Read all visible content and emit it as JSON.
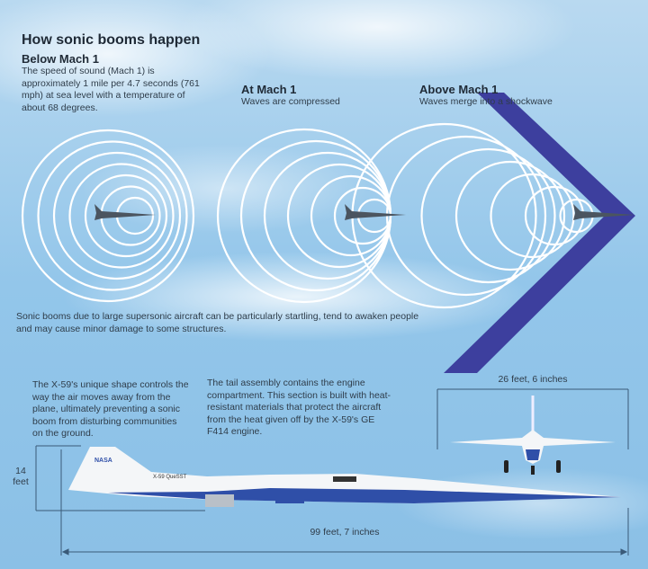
{
  "title": "How sonic booms happen",
  "panels": [
    {
      "heading": "Below Mach 1",
      "text": "The speed of sound (Mach 1) is approximately 1 mile per 4.7 seconds (761 mph) at sea level with a temperature of about 68 degrees."
    },
    {
      "heading": "At Mach 1",
      "text": "Waves are compressed"
    },
    {
      "heading": "Above Mach 1",
      "text": "Waves merge into a shockwave"
    }
  ],
  "note": "Sonic booms due to large supersonic aircraft can be particularly startling, tend to awaken people and may cause minor damage to some structures.",
  "callouts": [
    "The X-59's unique shape controls the way the air moves away from the plane, ultimately preventing a sonic boom from disturbing communities on the ground.",
    "The tail assembly contains the engine compartment. This section is built with heat-resistant materials that protect the aircraft from the heat given off by the X-59's GE F414 engine."
  ],
  "dimensions": {
    "wingspan": "26 feet, 6 inches",
    "height_num": "14",
    "height_unit": "feet",
    "length": "99 feet, 7 inches"
  },
  "aircraft_label": "X-59 QueSST",
  "logo_text": "NASA",
  "colors": {
    "sky": "#8ec4ea",
    "shockwave": "#3d3f9e",
    "aircraft_belly": "#2f4fa8",
    "waves": "#ffffff"
  }
}
